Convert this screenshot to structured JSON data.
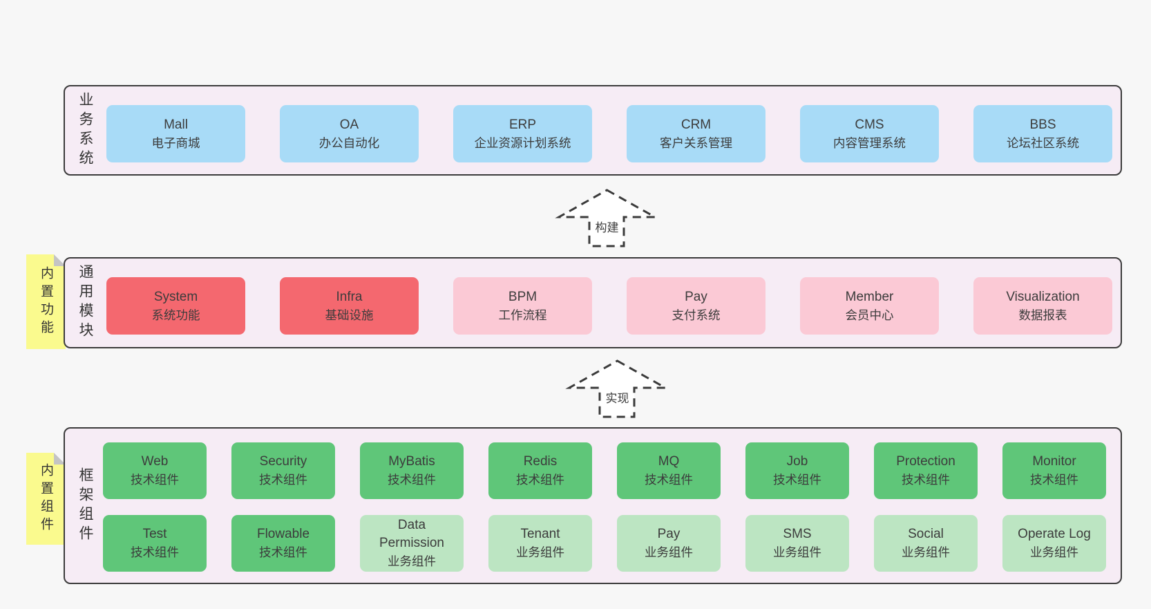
{
  "colors": {
    "page_bg": "#f7f7f7",
    "panel_bg": "#f6ecf5",
    "panel_border": "#3b3b3b",
    "blue_box": "#a8dbf7",
    "red_box": "#f4686f",
    "pink_box": "#fbc9d5",
    "green_dark_box": "#5fc679",
    "green_light_box": "#bce5c2",
    "sticky_note": "#fafa8e",
    "text": "#3c3c3c"
  },
  "arrows": [
    {
      "label": "构建"
    },
    {
      "label": "实现"
    }
  ],
  "layers": [
    {
      "label": "业务系统",
      "boxes": [
        {
          "name": "Mall",
          "desc": "电子商城"
        },
        {
          "name": "OA",
          "desc": "办公自动化"
        },
        {
          "name": "ERP",
          "desc": "企业资源计划系统"
        },
        {
          "name": "CRM",
          "desc": "客户关系管理"
        },
        {
          "name": "CMS",
          "desc": "内容管理系统"
        },
        {
          "name": "BBS",
          "desc": "论坛社区系统"
        }
      ]
    },
    {
      "label": "通用模块",
      "note": "内置功能",
      "boxes": [
        {
          "name": "System",
          "desc": "系统功能"
        },
        {
          "name": "Infra",
          "desc": "基础设施"
        },
        {
          "name": "BPM",
          "desc": "工作流程"
        },
        {
          "name": "Pay",
          "desc": "支付系统"
        },
        {
          "name": "Member",
          "desc": "会员中心"
        },
        {
          "name": "Visualization",
          "desc": "数据报表"
        }
      ]
    },
    {
      "label": "框架组件",
      "note": "内置组件",
      "rows": [
        {
          "boxes": [
            {
              "name": "Web",
              "desc": "技术组件"
            },
            {
              "name": "Security",
              "desc": "技术组件"
            },
            {
              "name": "MyBatis",
              "desc": "技术组件"
            },
            {
              "name": "Redis",
              "desc": "技术组件"
            },
            {
              "name": "MQ",
              "desc": "技术组件"
            },
            {
              "name": "Job",
              "desc": "技术组件"
            },
            {
              "name": "Protection",
              "desc": "技术组件"
            },
            {
              "name": "Monitor",
              "desc": "技术组件"
            }
          ]
        },
        {
          "boxes": [
            {
              "name": "Test",
              "desc": "技术组件"
            },
            {
              "name": "Flowable",
              "desc": "技术组件"
            },
            {
              "name": "Data Permission",
              "desc": "业务组件"
            },
            {
              "name": "Tenant",
              "desc": "业务组件"
            },
            {
              "name": "Pay",
              "desc": "业务组件"
            },
            {
              "name": "SMS",
              "desc": "业务组件"
            },
            {
              "name": "Social",
              "desc": "业务组件"
            },
            {
              "name": "Operate Log",
              "desc": "业务组件"
            }
          ]
        }
      ]
    }
  ]
}
